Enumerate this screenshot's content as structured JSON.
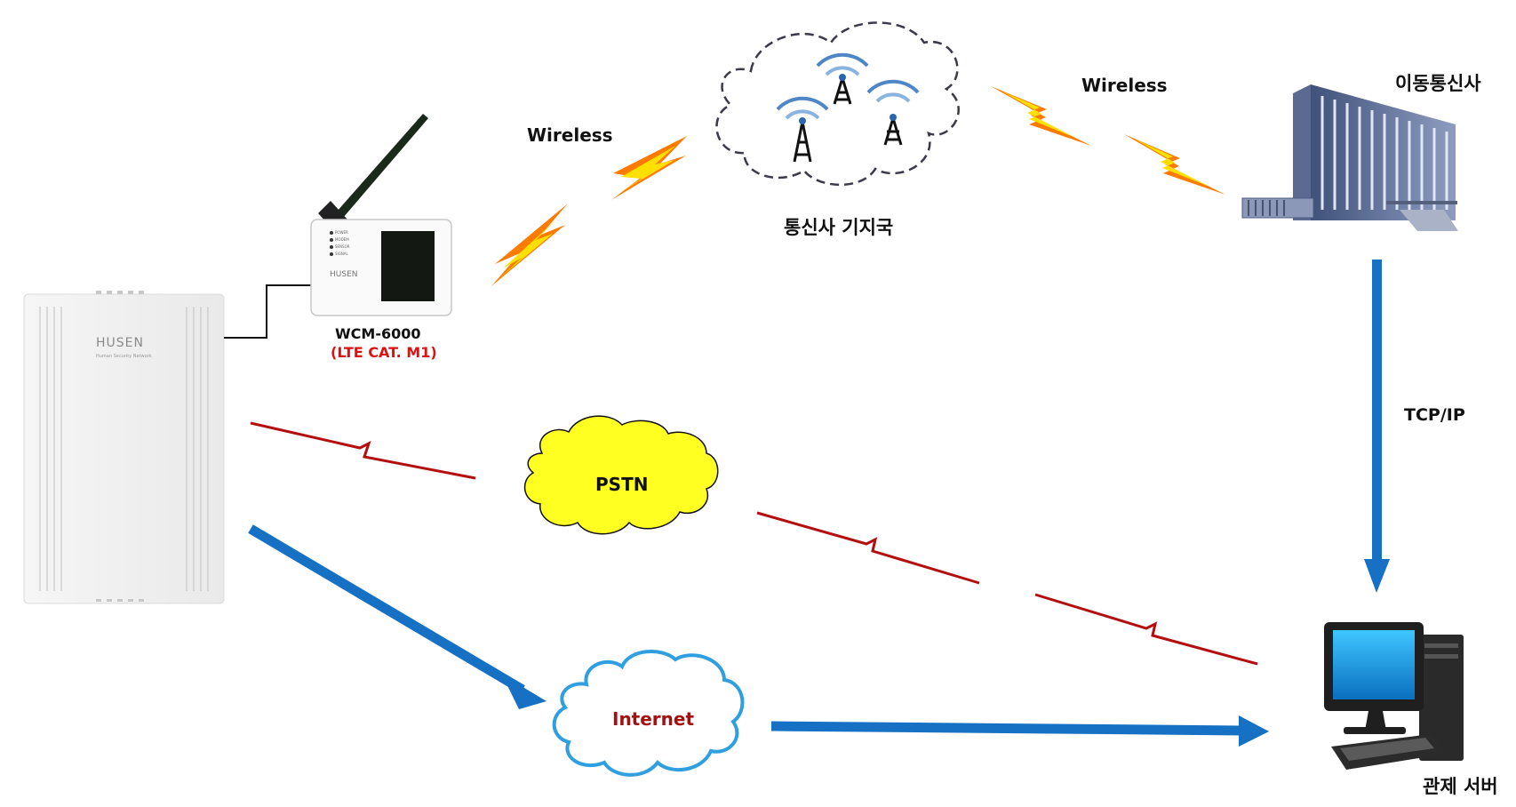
{
  "device": {
    "panel_brand": "HUSEN",
    "panel_tagline": "Human Security Network",
    "module_brand": "HUSEN",
    "module_leds": [
      "POWER",
      "MODEM",
      "SENSOR",
      "SIGNAL"
    ],
    "module_name": "WCM-6000",
    "module_spec": "(LTE CAT. M1)"
  },
  "labels": {
    "wireless_left": "Wireless",
    "wireless_right": "Wireless",
    "base_station": "통신사 기지국",
    "carrier": "이동통신사",
    "tcpip": "TCP/IP",
    "pstn": "PSTN",
    "internet": "Internet",
    "server": "관제 서버"
  },
  "colors": {
    "phone_line": "#b30f0f",
    "blue_arrow": "#1670c4",
    "pstn_cloud": "#ffff22",
    "internet_outline": "#2f9fe0",
    "internet_text": "#a31010",
    "spec_text": "#e01010",
    "bolt_outer": "#ff7a00",
    "bolt_inner": "#ffe000"
  },
  "icons": {
    "bolt": "lightning-bolt-icon",
    "tower": "radio-tower-icon",
    "building": "office-building-icon",
    "computer": "desktop-computer-icon"
  }
}
